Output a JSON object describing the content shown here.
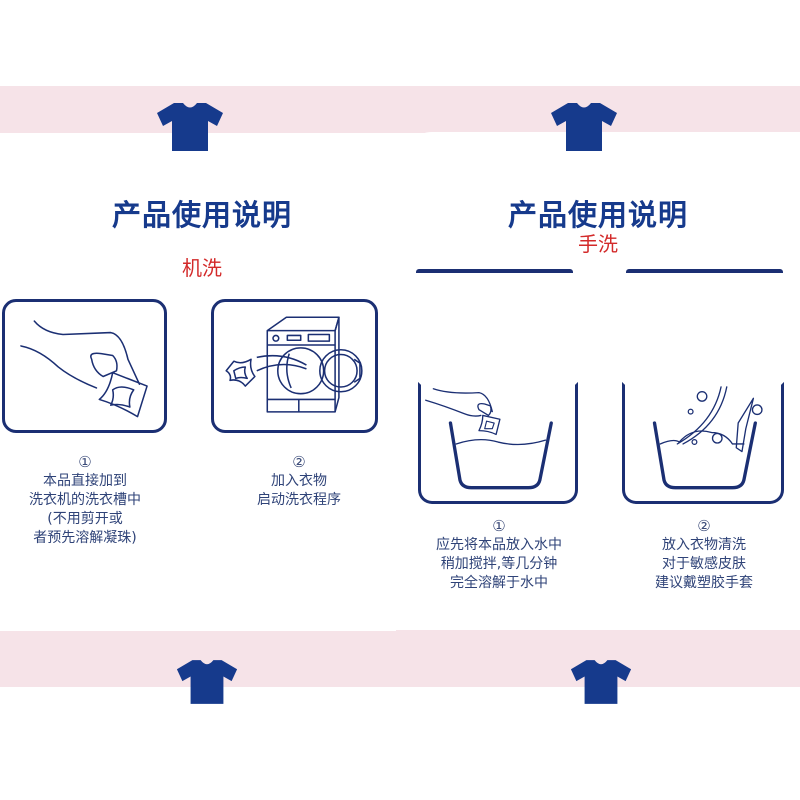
{
  "colors": {
    "brand_blue": "#163a8c",
    "frame_navy": "#1b2f73",
    "accent_red": "#d32a2a",
    "band_pink": "#f6e3e8",
    "text_gray_blue": "#2f4378"
  },
  "left_panel": {
    "icon": "tshirt-icon",
    "title": "产品使用说明",
    "subtitle": "机洗",
    "steps": [
      {
        "number": "①",
        "illustration": "hand-holding-pod",
        "lines": [
          "本品直接加到",
          "洗衣机的洗衣槽中",
          "(不用剪开或",
          "者预先溶解凝珠)"
        ]
      },
      {
        "number": "②",
        "illustration": "washing-machine",
        "lines": [
          "加入衣物",
          "启动洗衣程序"
        ]
      }
    ],
    "bottom_icon": "tshirt-icon"
  },
  "right_panel": {
    "icon": "tshirt-icon",
    "title": "产品使用说明",
    "subtitle": "手洗",
    "steps": [
      {
        "number": "①",
        "illustration": "pod-into-basin",
        "lines": [
          "应先将本品放入水中",
          "稍加搅拌,等几分钟",
          "完全溶解于水中"
        ]
      },
      {
        "number": "②",
        "illustration": "clothes-in-basin",
        "lines": [
          "放入衣物清洗",
          "对于敏感皮肤",
          "建议戴塑胶手套"
        ]
      }
    ],
    "bottom_icon": "tshirt-icon"
  }
}
